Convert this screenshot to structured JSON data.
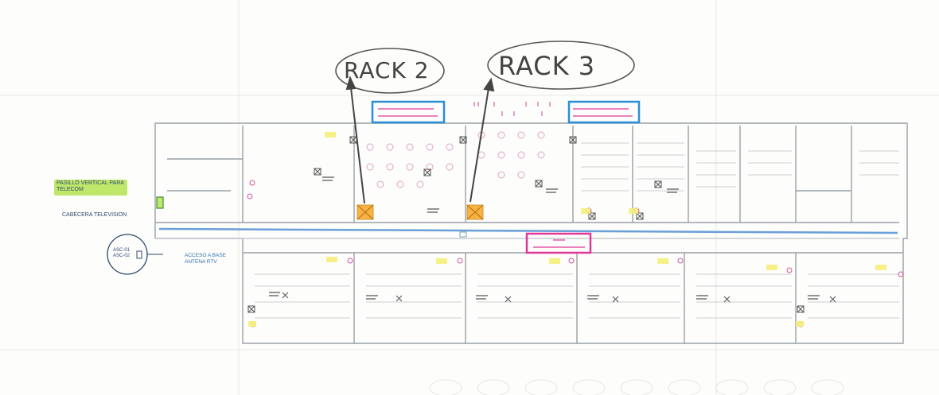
{
  "bubbles": [
    {
      "label": "RACK 2"
    },
    {
      "label": "RACK 3"
    }
  ],
  "callouts": {
    "telecom_shaft": "PASILLO VERTICAL PARA TELECOM",
    "tv_head": "CABECERA TELEVISION",
    "riser": "ASC-01 ASC-02",
    "antenna": "ACCESO A BASE ANTENA RTV"
  },
  "colors": {
    "wall": "#9aa0a6",
    "trunk": "#6a9fd8",
    "rack_box": "#f5a623",
    "highlight_yellow": "#f4f07a",
    "highlight_green": "#bfe86a",
    "magenta": "#e0389a",
    "box_blue": "#2a8fd6"
  }
}
